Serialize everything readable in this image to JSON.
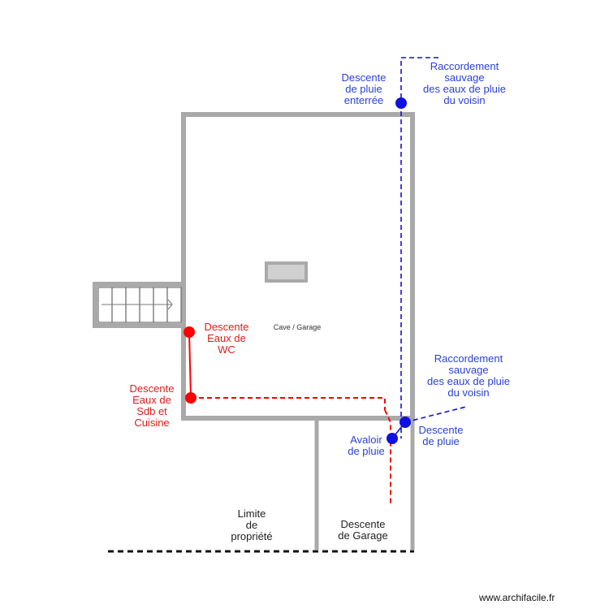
{
  "labels": {
    "descente_pluie_enterree": "Descente\nde pluie\nenterrée",
    "raccordement_top": "Raccordement\nsauvage\ndes eaux de pluie\ndu voisin",
    "descente_wc": "Descente\nEaux de\nWC",
    "room": "Cave / Garage",
    "descente_sdb": "Descente\nEaux de\nSdb et\nCuisine",
    "raccordement_bottom": "Raccordement\nsauvage\ndes eaux de pluie\ndu voisin",
    "avaloir": "Avaloir\nde pluie",
    "descente_pluie": "Descente\nde pluie",
    "limite": "Limite\nde\npropriété",
    "descente_garage": "Descente\nde Garage"
  },
  "watermark": "www.archifacile.fr",
  "colors": {
    "wall": "#a9a9a9",
    "blue": "#1010e0",
    "blue_text": "#2a3fd8",
    "red": "#ff0000",
    "red_text": "#e01b1b",
    "black": "#111111"
  }
}
